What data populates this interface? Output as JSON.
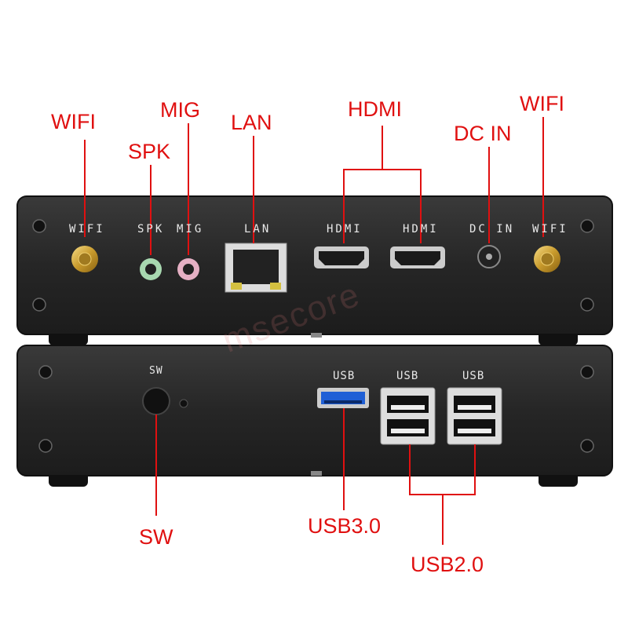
{
  "callouts": {
    "wifi_left": "WIFI",
    "spk": "SPK",
    "mig": "MIG",
    "lan": "LAN",
    "hdmi": "HDMI",
    "dc_in": "DC IN",
    "wifi_right": "WIFI",
    "sw": "SW",
    "usb30": "USB3.0",
    "usb20": "USB2.0"
  },
  "top_panel": {
    "wifi_left": "WIFI",
    "spk": "SPK",
    "mig": "MIG",
    "lan": "LAN",
    "hdmi1": "HDMI",
    "hdmi2": "HDMI",
    "dc_in": "DC IN",
    "wifi_right": "WIFI"
  },
  "bottom_panel": {
    "sw": "SW",
    "usb1": "USB",
    "usb2": "USB",
    "usb3": "USB"
  },
  "watermark": "msecore",
  "colors": {
    "callout": "#e01010",
    "chassis": "#2a2a2a",
    "usb3_blue": "#1f5fd6"
  }
}
